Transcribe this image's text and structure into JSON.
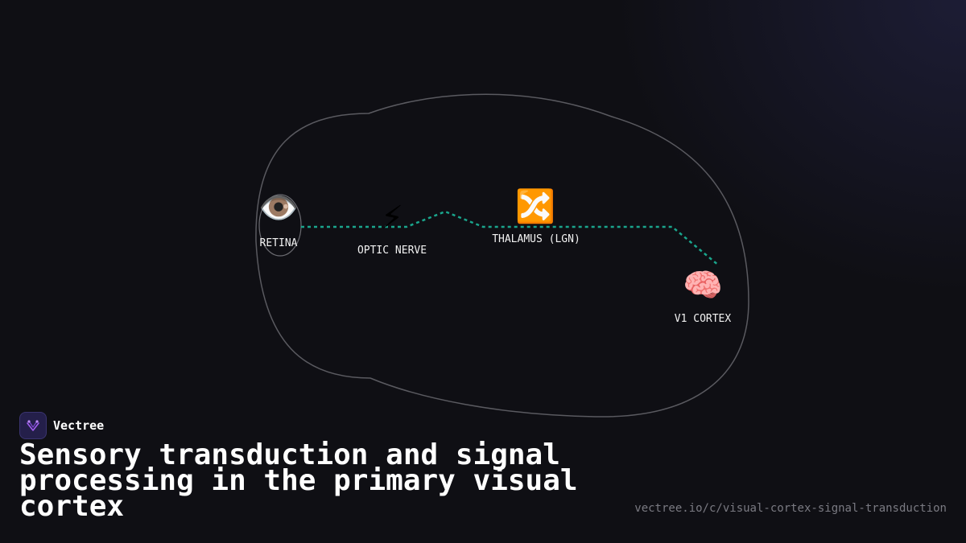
{
  "diagram": {
    "nodes": [
      {
        "id": "retina",
        "label": "RETINA",
        "icon": "eye-icon",
        "glyph": "👁️"
      },
      {
        "id": "optic-nerve",
        "label": "OPTIC NERVE",
        "icon": "lightning-icon",
        "glyph": "⚡"
      },
      {
        "id": "thalamus",
        "label": "THALAMUS (LGN)",
        "icon": "shuffle-icon",
        "glyph": "🔀"
      },
      {
        "id": "v1-cortex",
        "label": "V1 CORTEX",
        "icon": "brain-icon",
        "glyph": "🧠"
      }
    ],
    "colors": {
      "pathway": "#1aa58c",
      "outline": "#5a5a60"
    }
  },
  "brand": {
    "name": "Vectree"
  },
  "title": "Sensory transduction and signal processing in the primary visual cortex",
  "url": "vectree.io/c/visual-cortex-signal-transduction"
}
